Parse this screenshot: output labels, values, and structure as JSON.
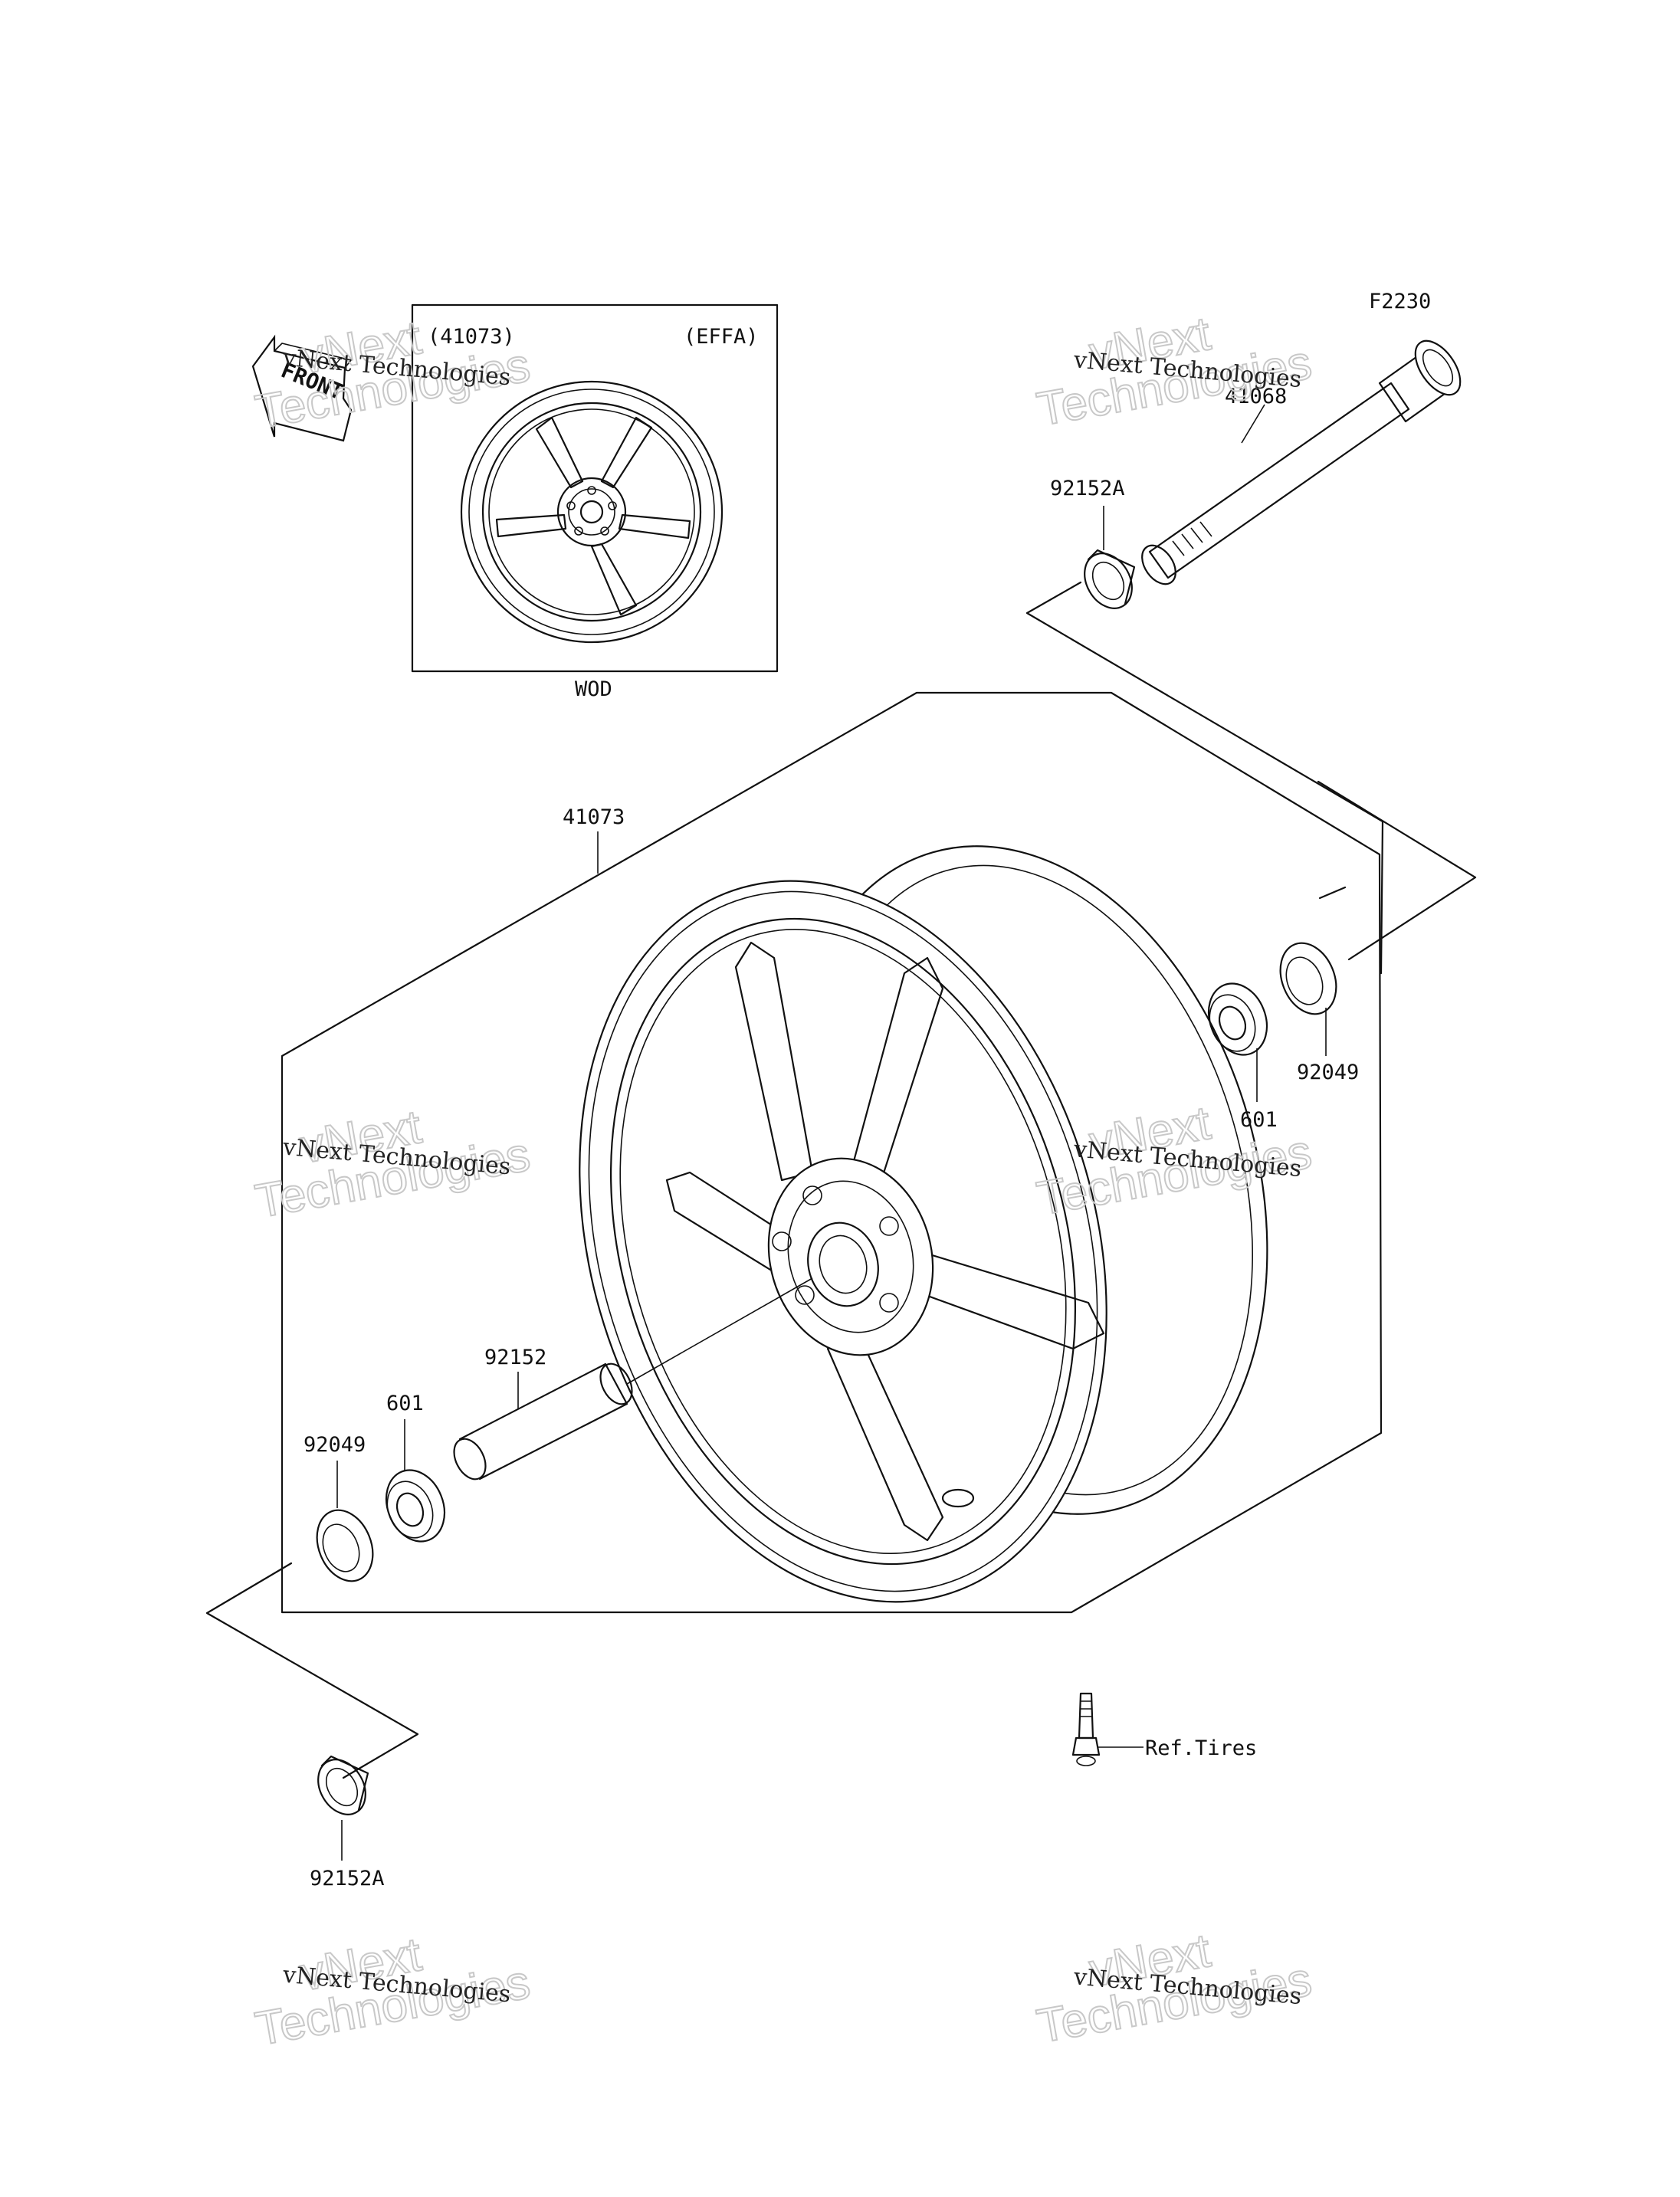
{
  "diagram_code": "F2230",
  "inset": {
    "part_ref": "(41073)",
    "variant": "(EFFA)",
    "caption": "WOD"
  },
  "front_arrow": "FRONT",
  "parts": {
    "axle": "41068",
    "collar_top": "92152A",
    "wheel": "41073",
    "bearing_right": "601",
    "seal_right": "92049",
    "spacer": "92152",
    "bearing_left": "601",
    "seal_left": "92049",
    "collar_bottom": "92152A",
    "valve_ref": "Ref.Tires"
  },
  "watermark": {
    "line1": "vNext Technologies",
    "line2": "vNext",
    "line3": "Technologies"
  }
}
